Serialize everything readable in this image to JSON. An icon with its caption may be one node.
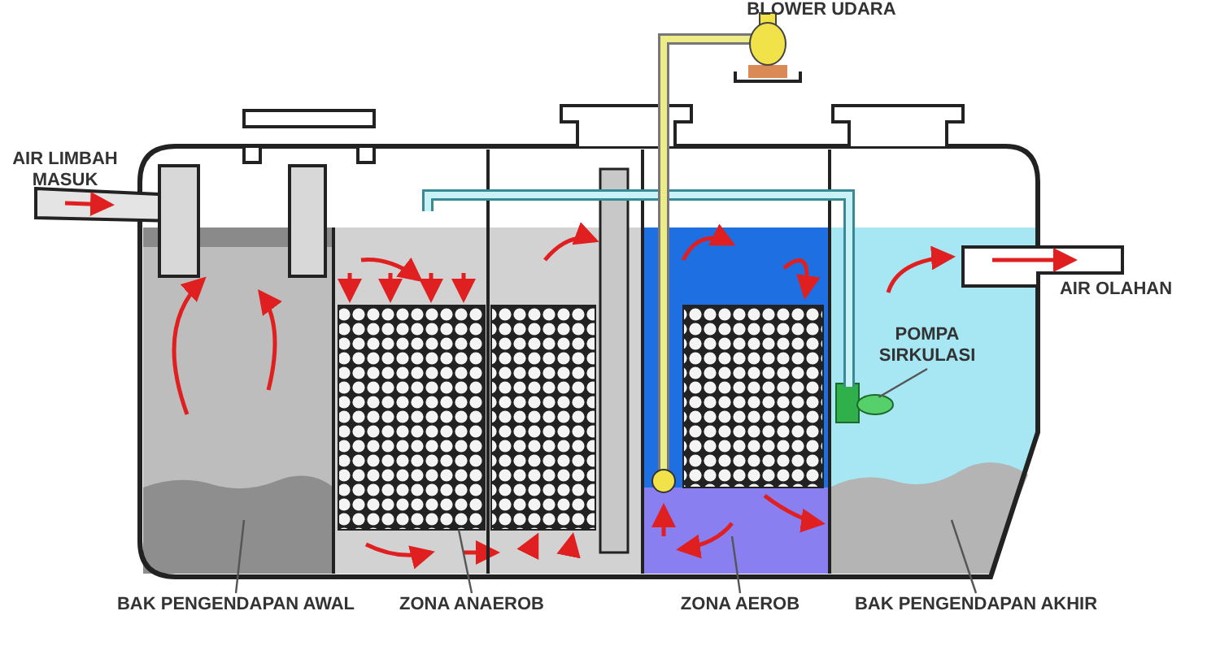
{
  "diagram": {
    "nodes": [
      {
        "text": [
          "BAK PENGENDAPAN AWAL"
        ]
      },
      {
        "text": [],
        "shape": "box"
      },
      {
        "text": [
          "ZONA ANAEROB"
        ]
      },
      {
        "text": [],
        "shape": "box"
      },
      {
        "text": [
          "ZONA AEROB"
        ]
      },
      {
        "text": [],
        "shape": "box"
      },
      {
        "text": [
          "BAK PENGENDAPAN AKHIR"
        ]
      },
      {
        "text": [],
        "shape": "box"
      },
      {
        "text": [
          "POMPA SIRKULASI"
        ],
        "in": 7
      },
      {
        "text": [],
        "shape": "picture",
        "in": 7
      }
    ],
    "edges": [
      {
        "from": 0,
        "to": 1,
        "arrow": "none"
      },
      {
        "from": 2,
        "to": 3,
        "arrow": "none"
      },
      {
        "from": 4,
        "to": 5,
        "arrow": "none"
      },
      {
        "from": 6,
        "to": 7,
        "arrow": "none"
      },
      {
        "from": 8,
        "to": 9,
        "arrow": "none"
      }
    ],
    "labels": [
      "BLOWER UDARA",
      "AIR LIMBAH MASUK",
      "AIR OLAHAN"
    ]
  }
}
